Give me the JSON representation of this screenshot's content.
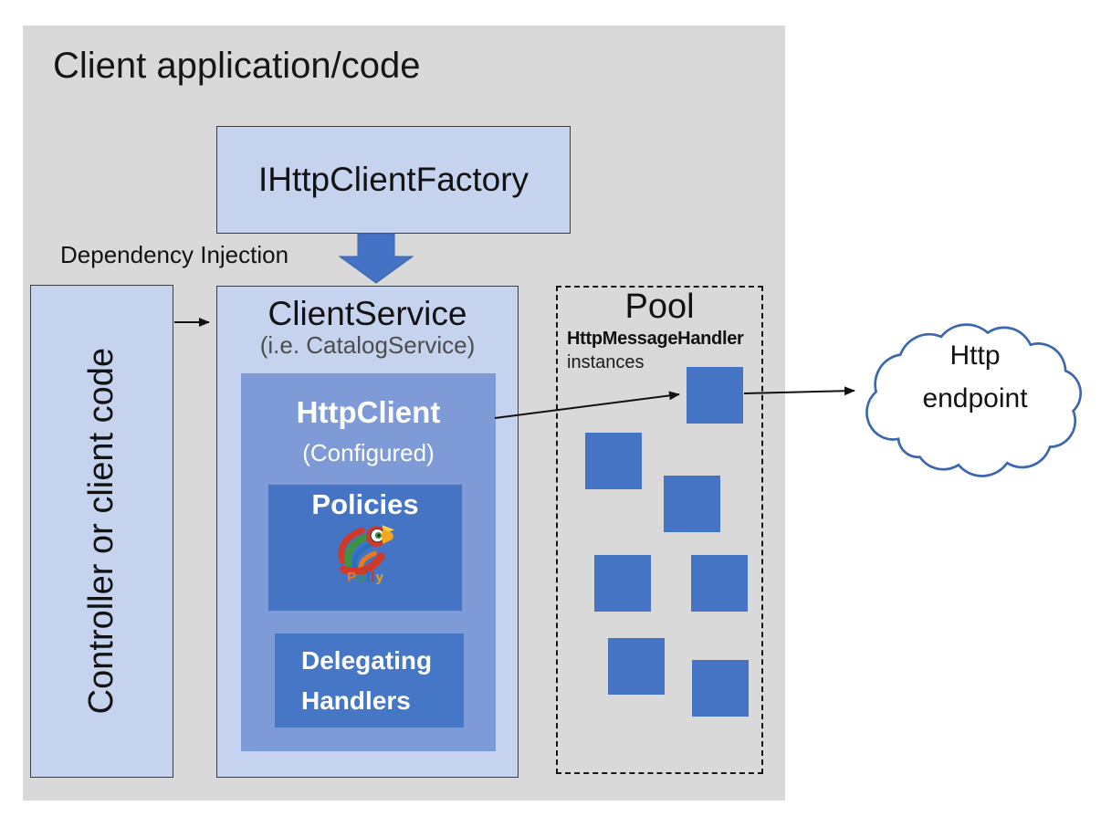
{
  "title": "Client application/code",
  "factory_label": "IHttpClientFactory",
  "di_label": "Dependency Injection",
  "controller_label": "Controller or client code",
  "client_service": {
    "title": "ClientService",
    "subtitle": "(i.e. CatalogService)"
  },
  "http_client": {
    "title": "HttpClient",
    "subtitle": "(Configured)"
  },
  "policies": {
    "title": "Policies",
    "logo_letters": [
      "P",
      "o",
      "l",
      "l",
      "y"
    ]
  },
  "delegating_handlers": {
    "line1": "Delegating",
    "line2": "Handlers"
  },
  "pool": {
    "title": "Pool",
    "type_label": "HttpMessageHandler",
    "instances_label": "instances",
    "square_count": 7
  },
  "endpoint": {
    "line1": "Http",
    "line2": "endpoint"
  },
  "colors": {
    "canvas_bg": "#d9d9d9",
    "box_light": "#c6d3ee",
    "box_mid": "#7e9bd8",
    "box_dark": "#4574c5",
    "thick_arrow": "#4472c4",
    "cloud_stroke": "#3a67ad",
    "connector": "#111111"
  }
}
